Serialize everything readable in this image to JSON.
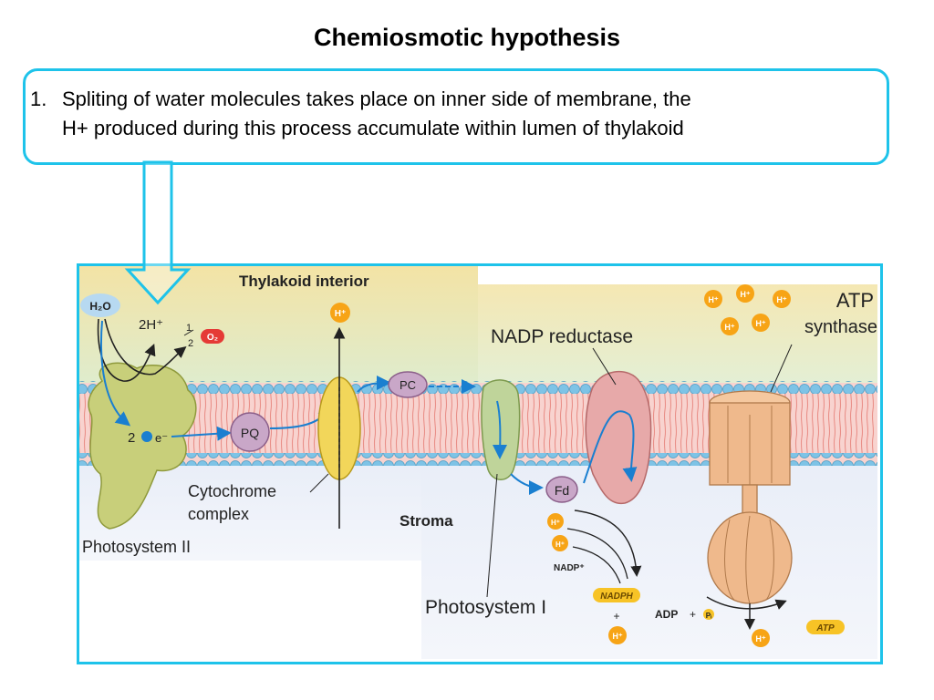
{
  "title": "Chemiosmotic hypothesis",
  "point": {
    "number": "1.",
    "line1": "Spliting of water molecules takes place on inner side of membrane, the",
    "line2": "H+ produced during this process accumulate within lumen of thylakoid"
  },
  "diagram": {
    "thylakoid_interior": "Thylakoid interior",
    "stroma": "Stroma",
    "h2o": "H₂O",
    "two_h_plus": "2H⁺",
    "half": "1",
    "half_den": "2",
    "o2": "O₂",
    "h_plus": "H⁺",
    "pc": "PC",
    "pq": "PQ",
    "fd": "Fd",
    "two_e": "2",
    "e_minus": "e⁻",
    "cytochrome_line1": "Cytochrome",
    "cytochrome_line2": "complex",
    "photosystem2": "Photosystem II",
    "photosystem1": "Photosystem I",
    "nadp_reductase": "NADP reductase",
    "atp_line1": "ATP",
    "atp_line2": "synthase",
    "nadp_plus": "NADP⁺",
    "nadph": "NADPH",
    "plus": "+",
    "adp": "ADP",
    "pi": "Pᵢ",
    "atp": "ATP"
  },
  "colors": {
    "callout_border": "#1ec3ea",
    "membrane_blue": "#7ec3e6",
    "membrane_pink": "#f3b4ae",
    "lumen": "#f4e8b0",
    "photosystem": "#c8cf7a",
    "cytochrome": "#f2d65a",
    "proton": "#f7a416",
    "atp_synthase": "#efb98c"
  }
}
